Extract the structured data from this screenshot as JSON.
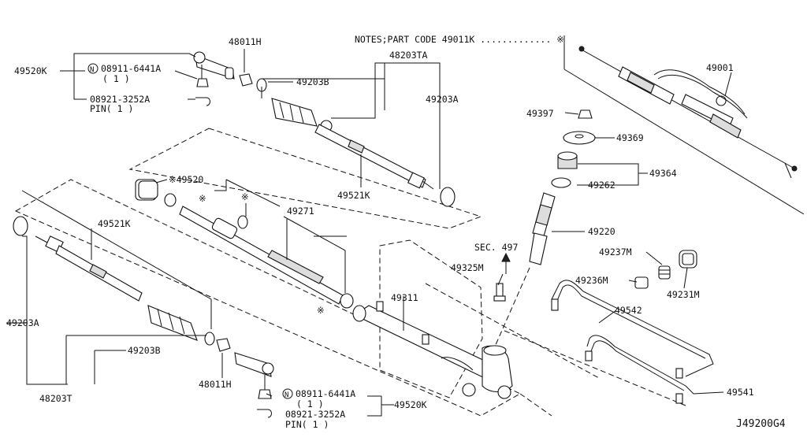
{
  "diagram": {
    "notes": "NOTES;PART CODE  49011K ............. ※",
    "diagram_code": "J49200G4",
    "labels": {
      "l_48011H_top": "48011H",
      "l_48203TA": "48203TA",
      "l_49520K_top": "49520K",
      "l_08911_top": "08911-6441A",
      "l_08911_top_qty": "( 1 )",
      "l_08921_top": "08921-3252A",
      "l_pin_top": "PIN( 1 )",
      "l_49203B_top": "49203B",
      "l_49203A_top": "49203A",
      "l_49521K_top": "49521K",
      "l_49520": "※49520",
      "l_49271": "49271",
      "l_49521K_left": "49521K",
      "l_49203A_left": "49203A",
      "l_49203B_bot": "49203B",
      "l_48203T": "48203T",
      "l_48011H_bot": "48011H",
      "l_08911_bot": "08911-6441A",
      "l_08911_bot_qty": "( 1 )",
      "l_08921_bot": "08921-3252A",
      "l_pin_bot": "PIN( 1 )",
      "l_49520K_bot": "49520K",
      "l_49001": "49001",
      "l_49397": "49397",
      "l_49369": "49369",
      "l_49364": "49364",
      "l_49262": "49262",
      "l_49220": "49220",
      "l_sec497": "SEC. 497",
      "l_49325M": "49325M",
      "l_49311": "49311",
      "l_49237M": "49237M",
      "l_49236M": "49236M",
      "l_49231M": "49231M",
      "l_49542": "49542",
      "l_49541": "49541",
      "n_marker_top": "N",
      "n_marker_bot": "N",
      "star_1": "※",
      "star_2": "※",
      "star_3": "※"
    }
  }
}
